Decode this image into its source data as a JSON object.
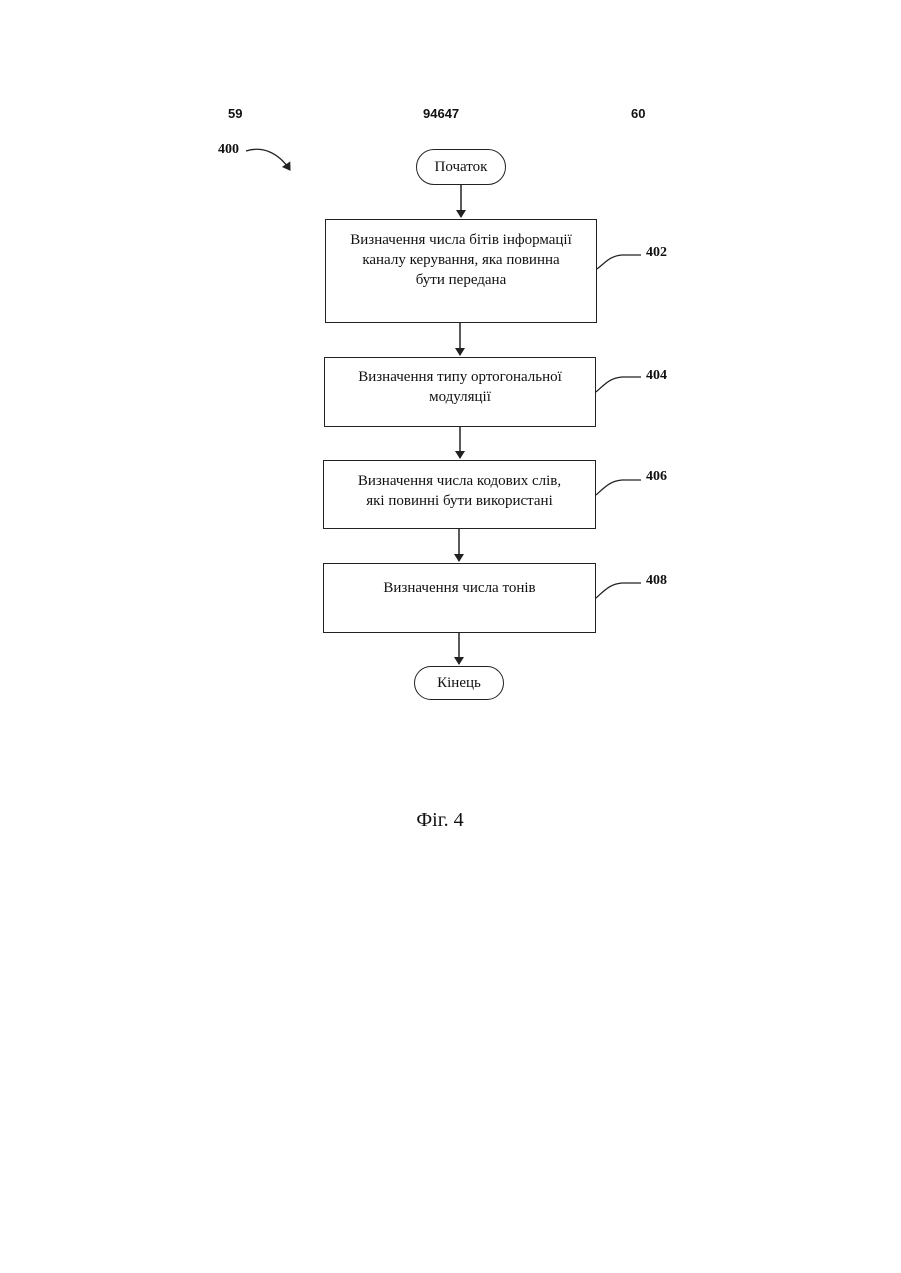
{
  "header": {
    "page_left": "59",
    "document_number": "94647",
    "page_right": "60"
  },
  "diagram": {
    "figure_ref": "400",
    "start_label": "Початок",
    "end_label": "Кінець",
    "steps": [
      {
        "ref": "402",
        "text": "Визначення числа бітів інформації\nканалу керування, яка повинна\nбути передана"
      },
      {
        "ref": "404",
        "text": "Визначення типу ортогональної\nмодуляції"
      },
      {
        "ref": "406",
        "text": "Визначення числа кодових слів,\nякі повинні бути використані"
      },
      {
        "ref": "408",
        "text": "Визначення числа тонів"
      }
    ]
  },
  "caption": "Фіг. 4"
}
